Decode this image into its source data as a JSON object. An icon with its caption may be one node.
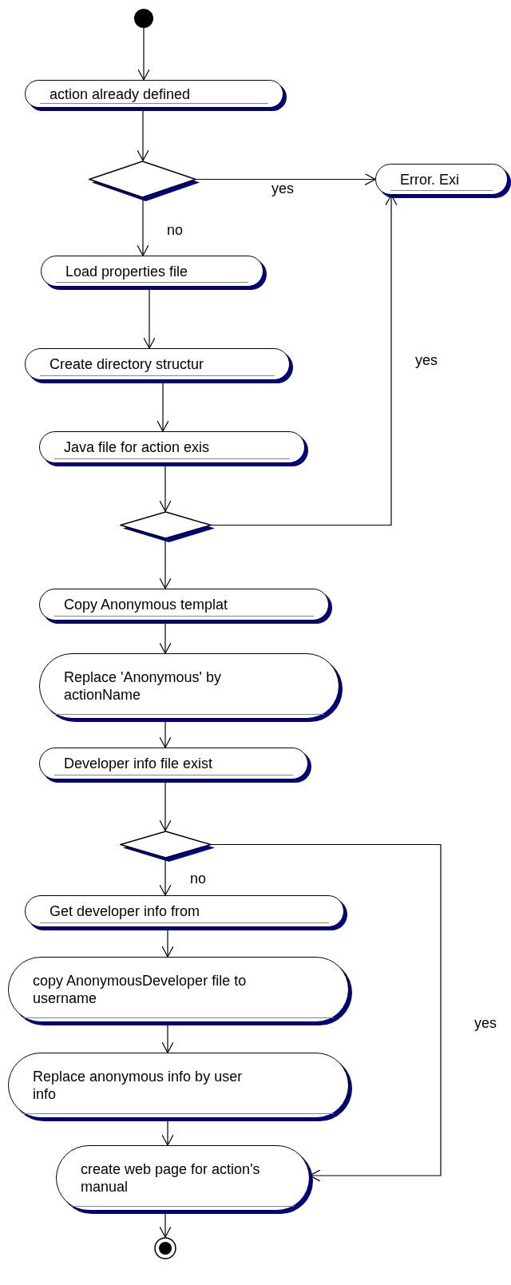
{
  "diagram": {
    "nodes": [
      {
        "text": [],
        "shape": "circle"
      },
      {
        "text": [
          "action already defined"
        ]
      },
      {
        "text": [],
        "shape": "diamond"
      },
      {
        "text": [
          "Error. Exi"
        ]
      },
      {
        "text": [
          "Load properties file"
        ]
      },
      {
        "text": [
          "Create directory structur"
        ]
      },
      {
        "text": [
          "Java file for action exis"
        ]
      },
      {
        "text": [],
        "shape": "diamond"
      },
      {
        "text": [
          "Copy Anonymous templat"
        ]
      },
      {
        "text": [
          "Replace 'Anonymous' by actionName"
        ]
      },
      {
        "text": [
          "Developer info file exist"
        ]
      },
      {
        "text": [],
        "shape": "diamond"
      },
      {
        "text": [
          "Get developer info from"
        ]
      },
      {
        "text": [
          "copy AnonymousDeveloper file to username"
        ]
      },
      {
        "text": [
          "Replace anonymous info by user info"
        ]
      },
      {
        "text": [
          "create web page for action's manual"
        ]
      },
      {
        "text": [],
        "shape": "circle"
      }
    ],
    "edges": [
      {
        "from": 0,
        "to": 1,
        "arrow": "to"
      },
      {
        "from": 1,
        "to": 2,
        "arrow": "to"
      },
      {
        "from": 2,
        "to": 3,
        "arrow": "to",
        "label": "yes"
      },
      {
        "from": 2,
        "to": 4,
        "arrow": "to",
        "label": "no"
      },
      {
        "from": 4,
        "to": 5,
        "arrow": "to"
      },
      {
        "from": 5,
        "to": 6,
        "arrow": "to"
      },
      {
        "from": 6,
        "to": 7,
        "arrow": "to"
      },
      {
        "from": 7,
        "to": 3,
        "arrow": "to",
        "label": "yes"
      },
      {
        "from": 7,
        "to": 8,
        "arrow": "to"
      },
      {
        "from": 8,
        "to": 9,
        "arrow": "to"
      },
      {
        "from": 9,
        "to": 10,
        "arrow": "to"
      },
      {
        "from": 10,
        "to": 11,
        "arrow": "to"
      },
      {
        "from": 11,
        "to": 12,
        "arrow": "to",
        "label": "no"
      },
      {
        "from": 11,
        "to": 15,
        "arrow": "to",
        "label": "yes"
      },
      {
        "from": 12,
        "to": 13,
        "arrow": "to"
      },
      {
        "from": 13,
        "to": 14,
        "arrow": "to"
      },
      {
        "from": 14,
        "to": 15,
        "arrow": "to"
      },
      {
        "from": 15,
        "to": 16,
        "arrow": "to"
      }
    ]
  }
}
